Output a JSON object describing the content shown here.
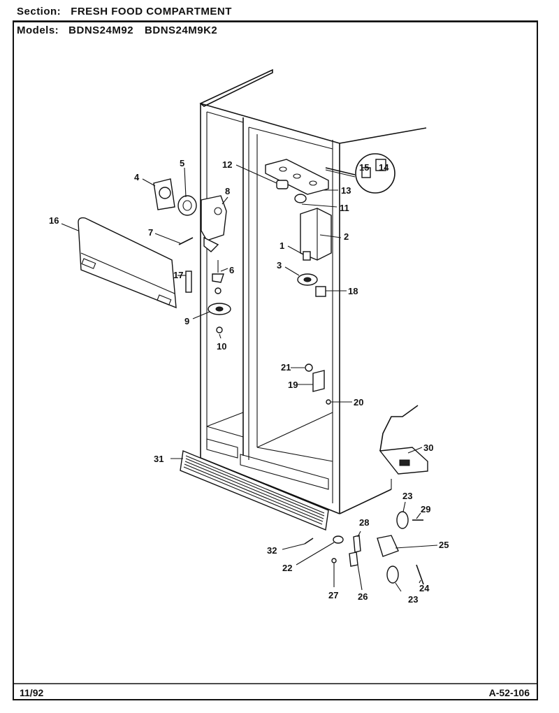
{
  "header": {
    "section_label": "Section:",
    "section_value": "FRESH FOOD COMPARTMENT",
    "models_label": "Models:",
    "model_1": "BDNS24M92",
    "model_2": "BDNS24M9K2"
  },
  "footer": {
    "date_code": "11/92",
    "drawing_number": "A-52-106"
  },
  "callouts": {
    "c1": "1",
    "c2": "2",
    "c3": "3",
    "c4": "4",
    "c5": "5",
    "c6": "6",
    "c7": "7",
    "c8": "8",
    "c9": "9",
    "c10": "10",
    "c11": "11",
    "c12": "12",
    "c13": "13",
    "c14": "14",
    "c15": "15",
    "c16": "16",
    "c17": "17",
    "c18": "18",
    "c19": "19",
    "c20": "20",
    "c21": "21",
    "c22": "22",
    "c23a": "23",
    "c23b": "23",
    "c24": "24",
    "c25": "25",
    "c26": "26",
    "c27": "27",
    "c28": "28",
    "c29": "29",
    "c30": "30",
    "c31": "31",
    "c32": "32"
  }
}
